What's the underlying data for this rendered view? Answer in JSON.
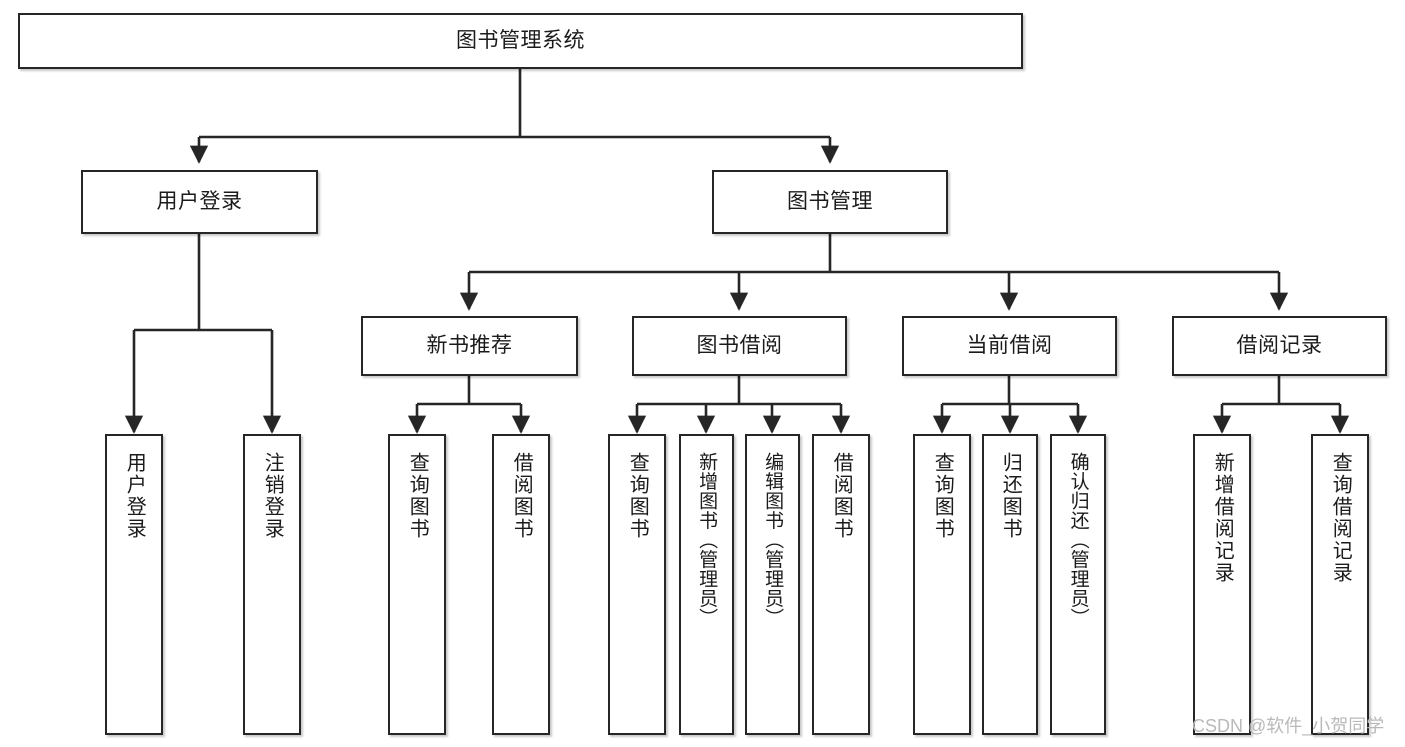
{
  "diagram": {
    "title": "图书管理系统",
    "type": "tree-hierarchy-chart",
    "orientation": "top-down",
    "colors": {
      "background": "#ffffff",
      "node_fill": "#ffffff",
      "node_border": "#262626",
      "connector": "#262626",
      "text": "#1b1b1b",
      "watermark": "#b9b9b9"
    },
    "root": {
      "label": "图书管理系统"
    },
    "level2": [
      {
        "label": "用户登录"
      },
      {
        "label": "图书管理"
      }
    ],
    "level3": [
      {
        "label": "新书推荐"
      },
      {
        "label": "图书借阅"
      },
      {
        "label": "当前借阅"
      },
      {
        "label": "借阅记录"
      }
    ],
    "leaves": {
      "user_login": [
        {
          "label": "用户登录"
        },
        {
          "label": "注销登录"
        }
      ],
      "new_book_recommend": [
        {
          "label": "查询图书"
        },
        {
          "label": "借阅图书"
        }
      ],
      "book_borrow": [
        {
          "label": "查询图书"
        },
        {
          "label": "新增图书（管理员）"
        },
        {
          "label": "编辑图书（管理员）"
        },
        {
          "label": "借阅图书"
        }
      ],
      "current_borrow": [
        {
          "label": "查询图书"
        },
        {
          "label": "归还图书"
        },
        {
          "label": "确认归还（管理员）"
        }
      ],
      "borrow_records": [
        {
          "label": "新增借阅记录"
        },
        {
          "label": "查询借阅记录"
        }
      ]
    }
  },
  "watermark": {
    "text": "CSDN @软件_小贺同学"
  }
}
